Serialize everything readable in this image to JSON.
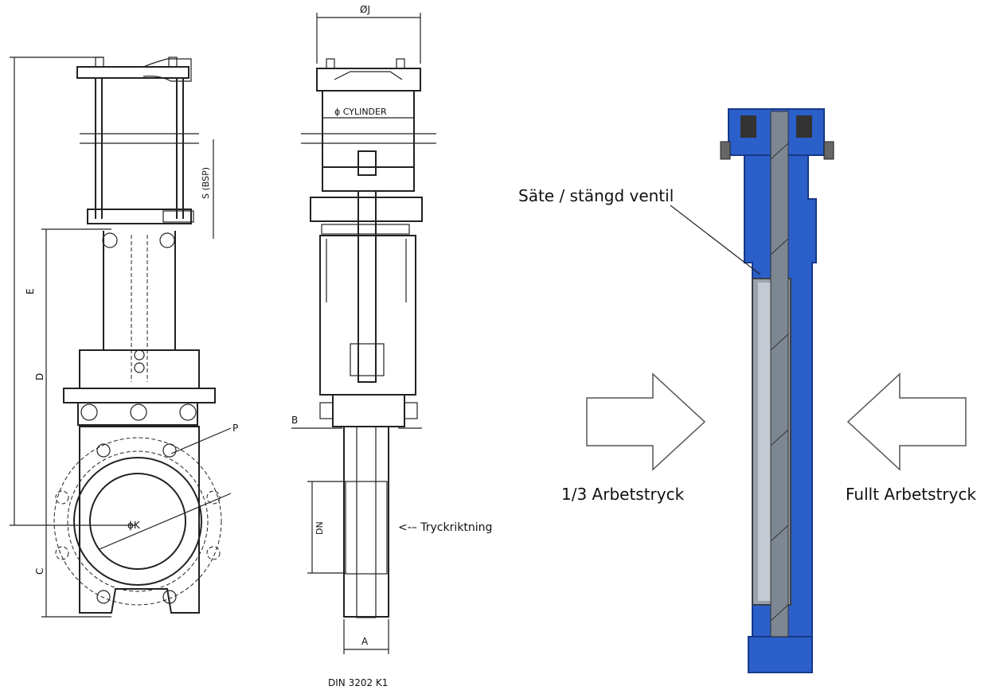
{
  "front_view": {
    "dim_E": "E",
    "dim_D": "D",
    "dim_C": "C",
    "dim_S": "S (BSP)",
    "dim_P": "P",
    "dim_K": "ϕK"
  },
  "side_view": {
    "dim_J": "ØJ",
    "dim_cylinder": "ϕ CYLINDER",
    "dim_B": "B",
    "dim_DN": "DN",
    "dim_A": "A",
    "pressure_note": "<-– Tryckriktning",
    "standard": "DIN 3202 K1"
  },
  "section_view": {
    "seat_label": "Säte / stängd ventil",
    "left_pressure": "1/3 Arbetstryck",
    "right_pressure": "Fullt Arbetstryck",
    "colors": {
      "body": "#2b5fc9",
      "body_dark": "#17398a",
      "gate": "#9aa3ad"
    }
  }
}
